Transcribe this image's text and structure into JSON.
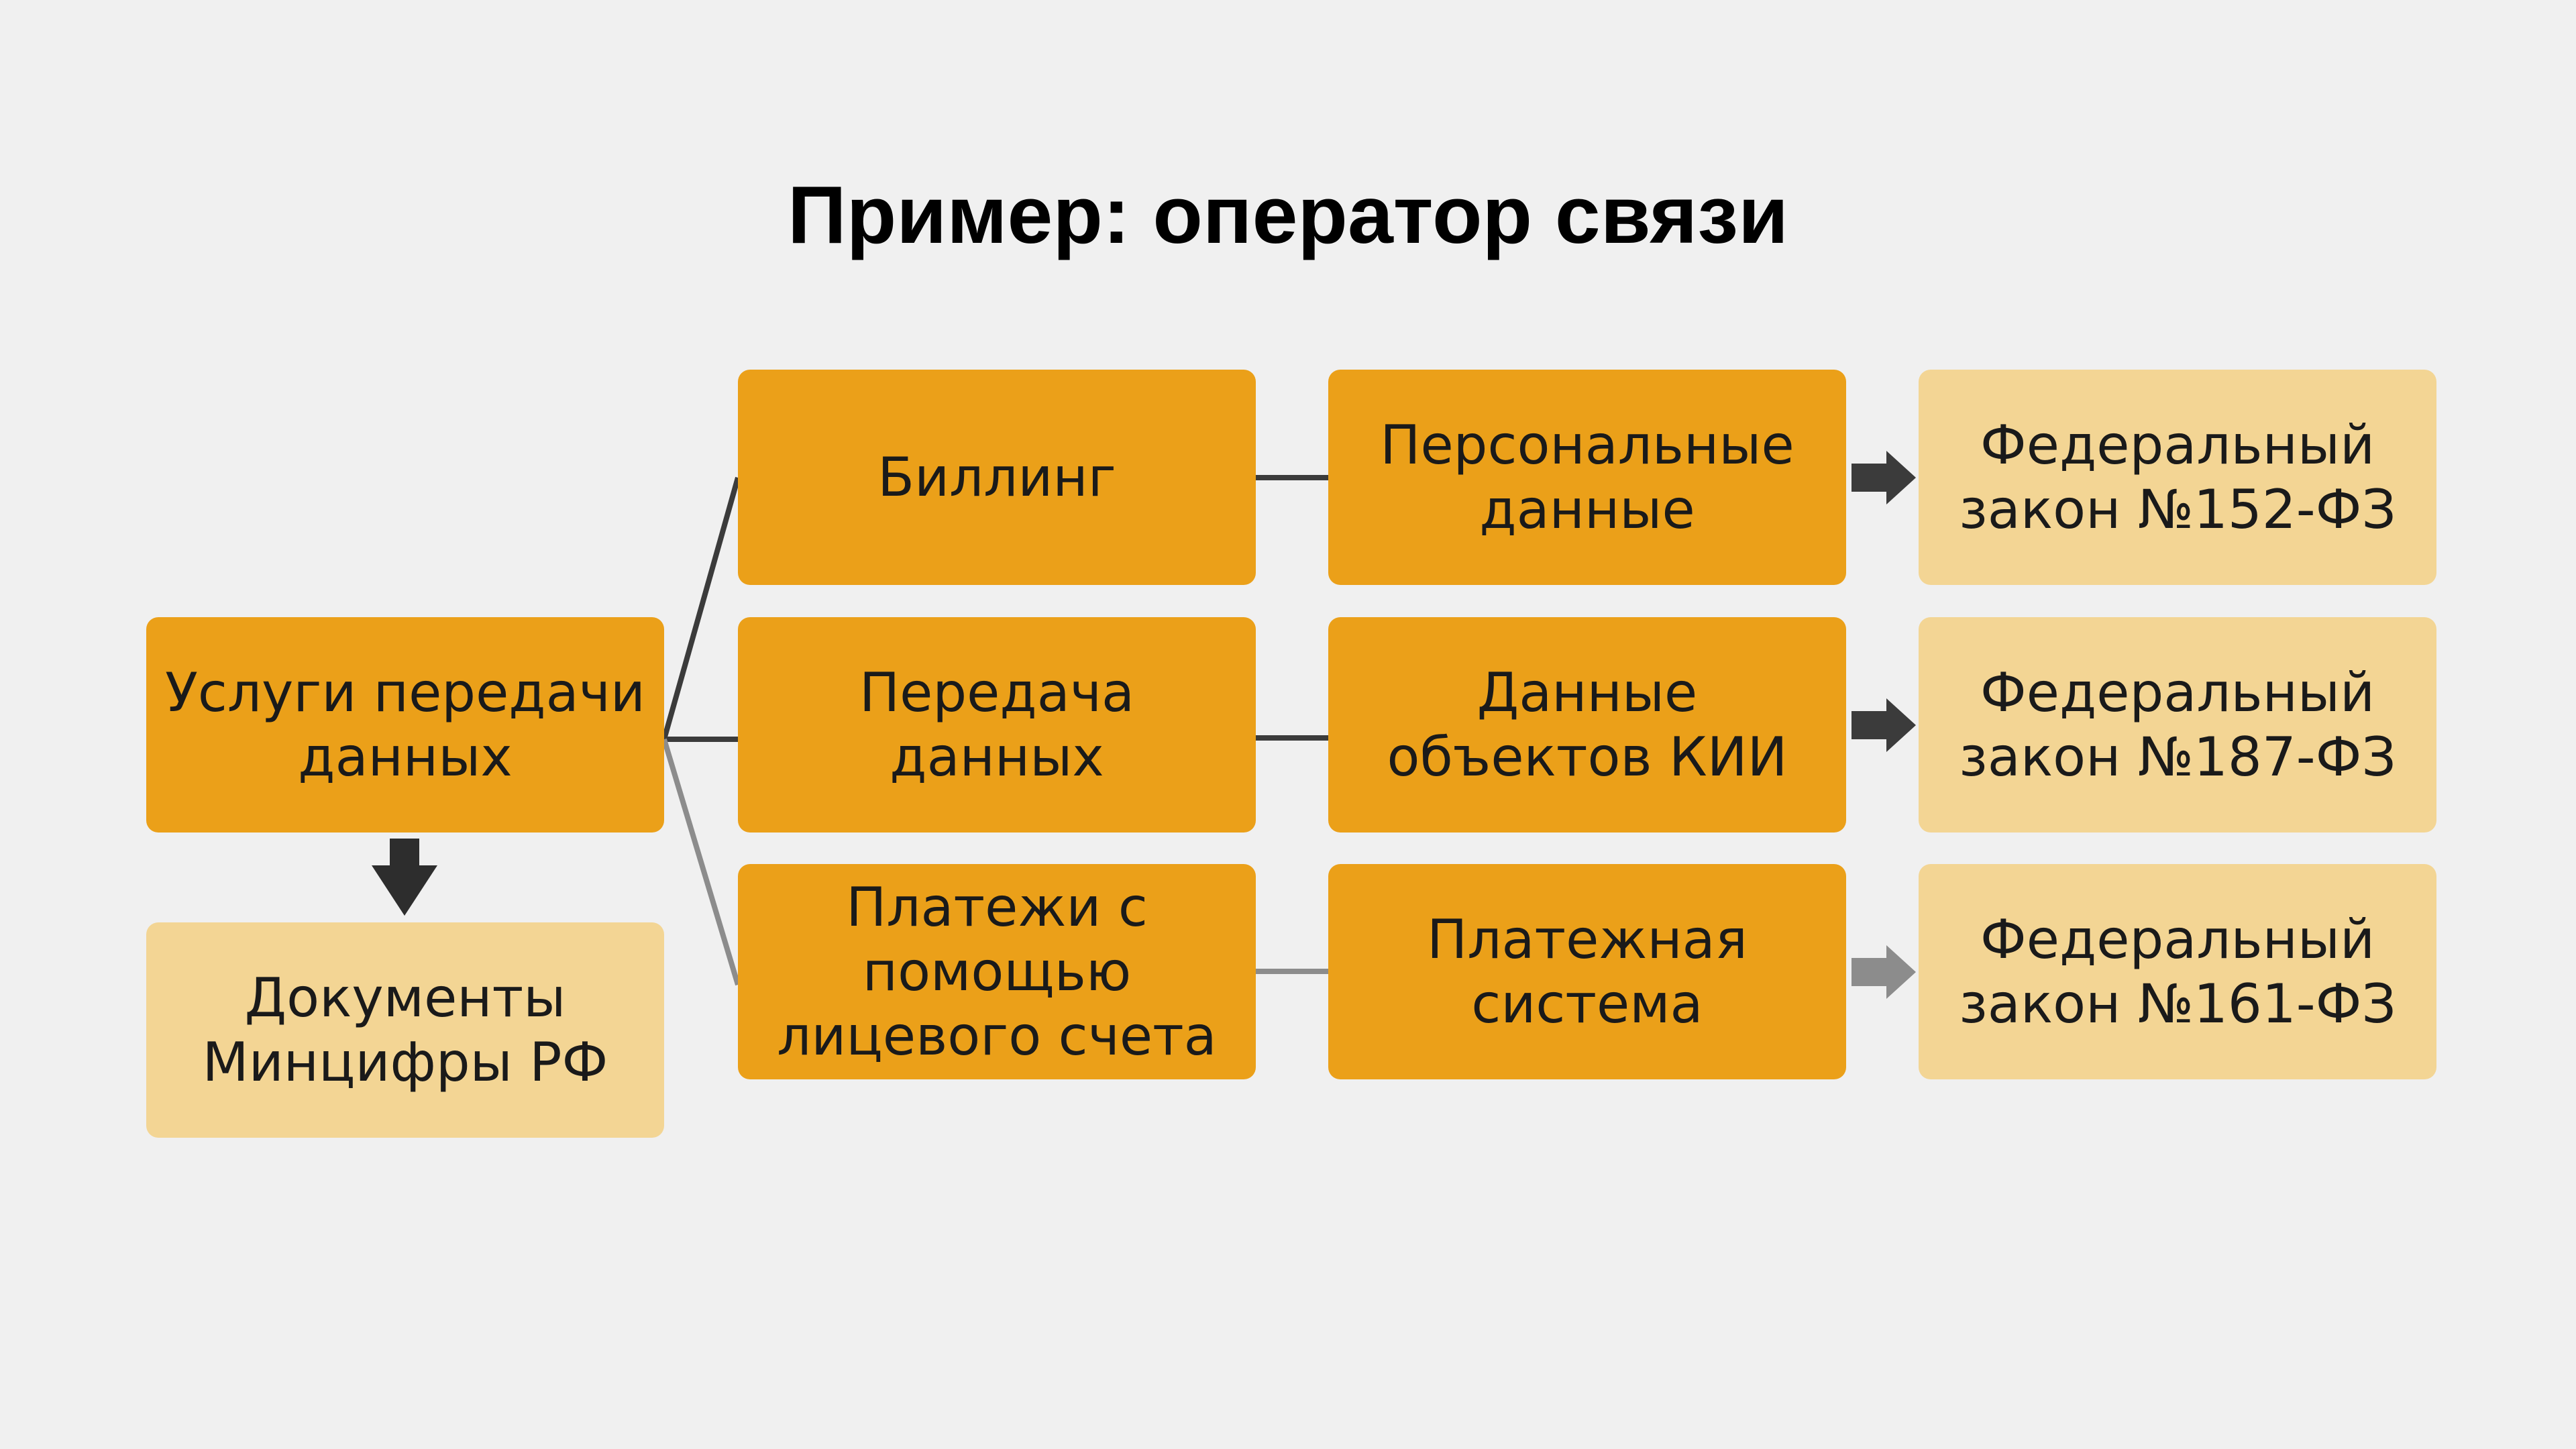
{
  "title": "Пример: оператор связи",
  "colors": {
    "box_primary": "#eba019",
    "box_light": "#f3d594",
    "text": "#1a1a1a",
    "link_dark": "#3b3b3b",
    "link_gray": "#8c8c8c",
    "background": "#f0f0f0"
  },
  "service": {
    "label": "Услуги передачи данных"
  },
  "documents": {
    "label": "Документы Минцифры РФ"
  },
  "rows": [
    {
      "process": "Биллинг",
      "data_type": "Персональные данные",
      "law": "Федеральный закон №152-ФЗ"
    },
    {
      "process": "Передача данных",
      "data_type": "Данные объектов КИИ",
      "law": "Федеральный закон №187-ФЗ"
    },
    {
      "process": "Платежи с помощью лицевого счета",
      "data_type": "Платежная система",
      "law": "Федеральный закон №161-ФЗ"
    }
  ]
}
